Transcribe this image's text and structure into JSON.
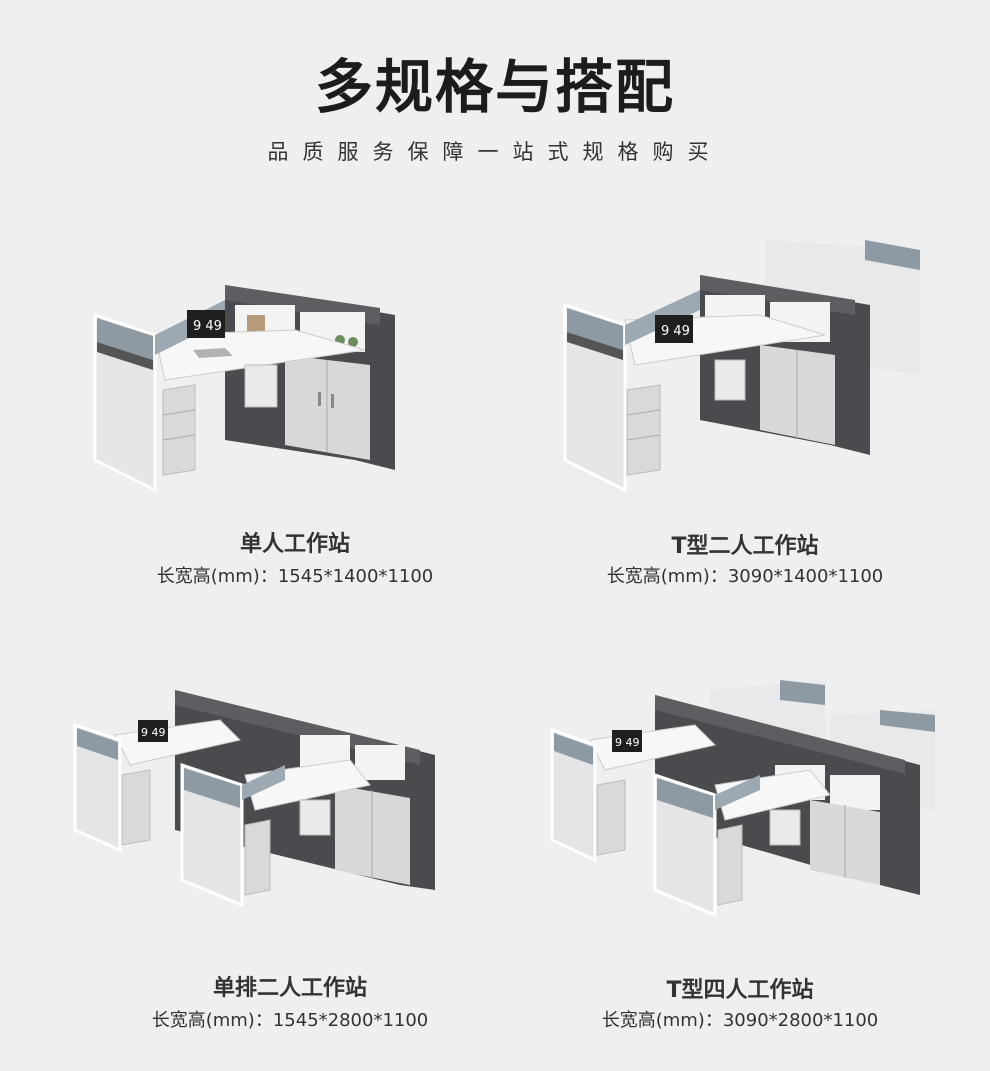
{
  "header": {
    "title": "多规格与搭配",
    "subtitle": "品质服务保障一站式规格购买"
  },
  "products": [
    {
      "name": "单人工作站",
      "spec": "长宽高(mm)：1545*1400*1100",
      "monitor_text": "9 49"
    },
    {
      "name": "T型二人工作站",
      "spec": "长宽高(mm)：3090*1400*1100",
      "monitor_text": "9 49"
    },
    {
      "name": "单排二人工作站",
      "spec": "长宽高(mm)：1545*2800*1100",
      "monitor_text": "9 49"
    },
    {
      "name": "T型四人工作站",
      "spec": "长宽高(mm)：3090*2800*1100",
      "monitor_text": "9 49"
    }
  ]
}
